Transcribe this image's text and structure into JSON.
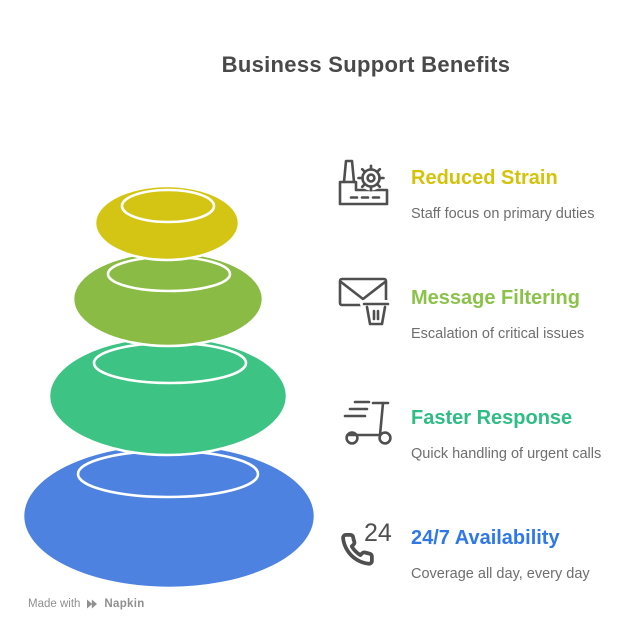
{
  "title": "Business Support Benefits",
  "items": [
    {
      "heading": "Reduced Strain",
      "description": "Staff focus on primary duties",
      "color": "#D3C30A",
      "icon": "factory-gear-icon"
    },
    {
      "heading": "Message Filtering",
      "description": "Escalation of critical issues",
      "color": "#8BC34A",
      "icon": "mail-trash-icon"
    },
    {
      "heading": "Faster Response",
      "description": "Quick handling of urgent calls",
      "color": "#2EBD85",
      "icon": "scooter-icon"
    },
    {
      "heading": "24/7 Availability",
      "description": "Coverage all day, every day",
      "color": "#2E78E8",
      "icon": "phone-24-icon",
      "icon_text": "24"
    }
  ],
  "stack": {
    "outline_color": "#FFFFFF",
    "stones_bottom_to_top": [
      {
        "color": "#4D82E0",
        "represents": "24/7 Availability"
      },
      {
        "color": "#3DC383",
        "represents": "Faster Response"
      },
      {
        "color": "#8ABB44",
        "represents": "Message Filtering"
      },
      {
        "color": "#D4C413",
        "represents": "Reduced Strain"
      }
    ]
  },
  "footer": {
    "made_with": "Made with",
    "brand": "Napkin"
  },
  "colors": {
    "background": "#FFFFFF",
    "title_text": "#494949",
    "description_text": "#6E6E6E",
    "icon_stroke": "#4F4F4F",
    "footer_text": "#8F8F8F"
  }
}
